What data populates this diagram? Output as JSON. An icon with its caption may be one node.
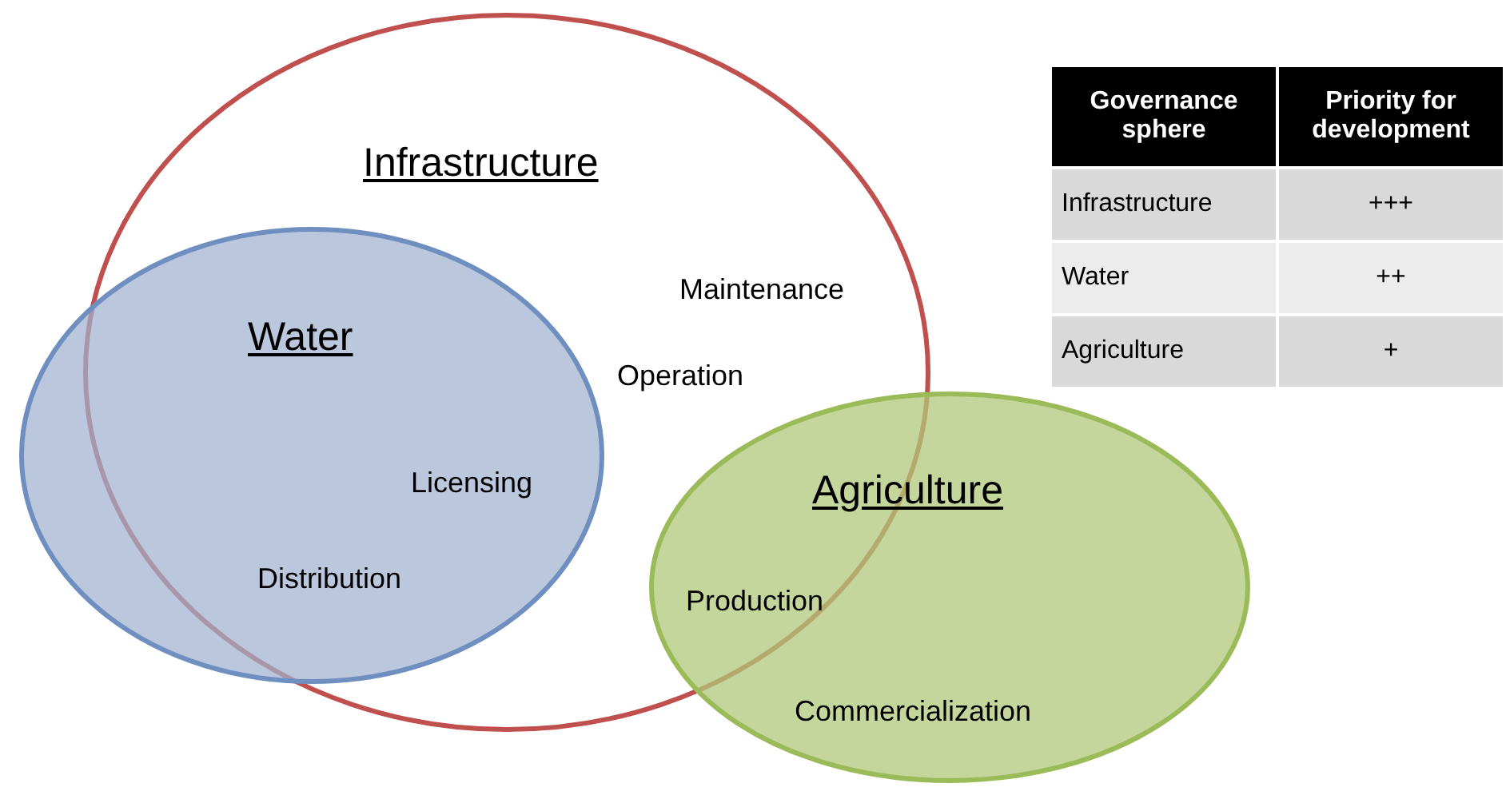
{
  "diagram": {
    "nodes": [
      {
        "text": [
          "Infrastructure",
          "Maintenance",
          "Operation"
        ]
      },
      {
        "text": [
          "Water",
          "Licensing",
          "Distribution"
        ]
      },
      {
        "text": [
          "Agriculture",
          "Production",
          "Commercialization"
        ]
      }
    ],
    "labels": [
      "Governance sphere",
      "Priority for development",
      "Infrastructure",
      "+++",
      "Water",
      "++",
      "Agriculture",
      "+"
    ]
  }
}
